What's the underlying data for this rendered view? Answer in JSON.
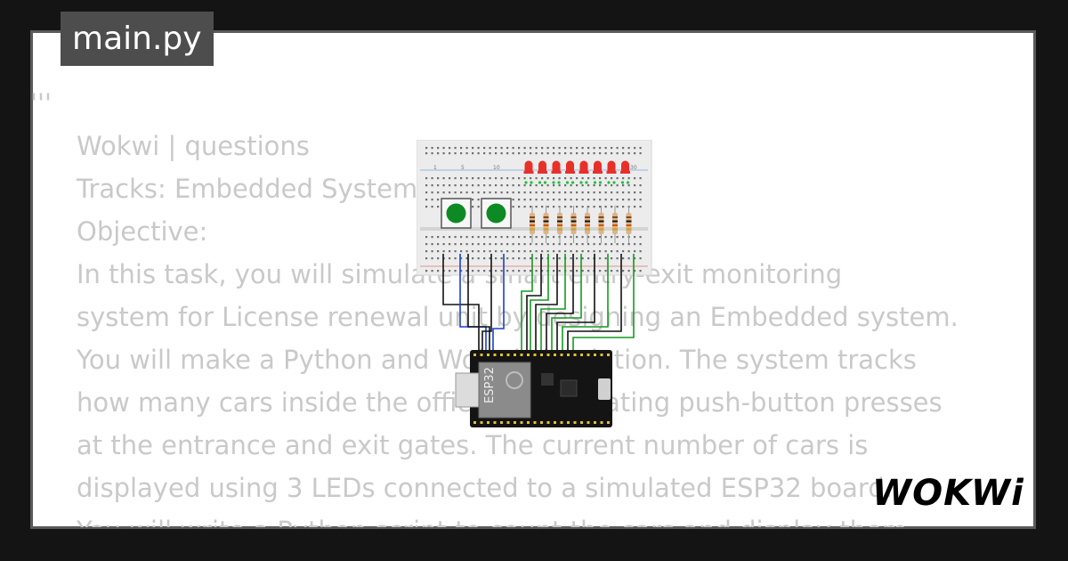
{
  "file_tab": {
    "label": "main.py"
  },
  "code_lines": [
    "'''",
    "Wokwi | questions",
    "Tracks: Embedded Systems",
    "Objective:",
    "In this task, you will simulate a smart entry-exit monitoring",
    "system for License renewal unit by designing an Embedded system.",
    "You will make a Python and Wokwi simulation. The system tracks",
    "how many cars inside the office by simulating push-button presses",
    "at the entrance and exit gates. The current number of cars is",
    "displayed using 3 LEDs connected to a simulated ESP32 board.",
    "You will write a Python script to count the cars and display them"
  ],
  "diagram": {
    "board_label": "ESP32",
    "breadboard_col_labels": [
      "1",
      "5",
      "10",
      "30"
    ],
    "colors": {
      "breadboard": "#ececec",
      "button_green": "#0e8a24",
      "led_red": "#e8302a",
      "wire_black": "#111111",
      "wire_blue": "#1a3fd6",
      "wire_green": "#169a20",
      "board": "#141414",
      "chip": "#8b8b8b"
    },
    "led_count": 8,
    "button_count": 2
  },
  "brand": {
    "logo_text": "WOKWi"
  },
  "colors": {
    "page_bg": "#141414",
    "card_bg": "#ffffff",
    "card_border": "#5a5a5a",
    "code_text": "#c9c9c9",
    "tab_bg": "#4d4d4d"
  }
}
